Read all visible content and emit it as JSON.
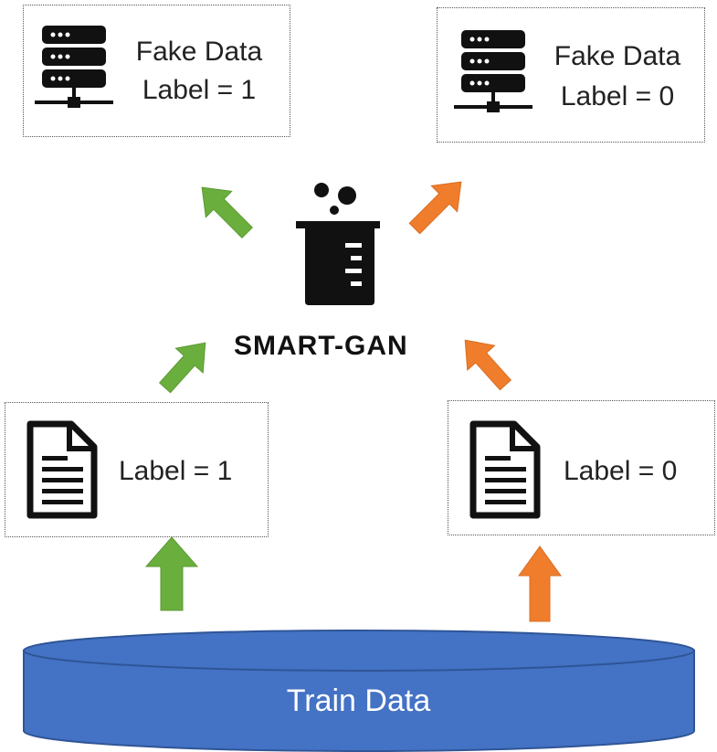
{
  "fake_boxes": [
    {
      "line1": "Fake Data",
      "line2": "Label = 1"
    },
    {
      "line1": "Fake Data",
      "line2": "Label = 0"
    }
  ],
  "center": {
    "title": "SMART-GAN",
    "icon": "beaker-icon"
  },
  "label_boxes": [
    {
      "text": "Label = 1",
      "icon": "document-icon"
    },
    {
      "text": "Label = 0",
      "icon": "document-icon"
    }
  ],
  "database": {
    "label": "Train Data",
    "icon": "database-cylinder"
  },
  "colors": {
    "green": "#6aaf3d",
    "orange": "#ef7d2c",
    "db_fill": "#4472c4",
    "db_stroke": "#2f5597"
  }
}
